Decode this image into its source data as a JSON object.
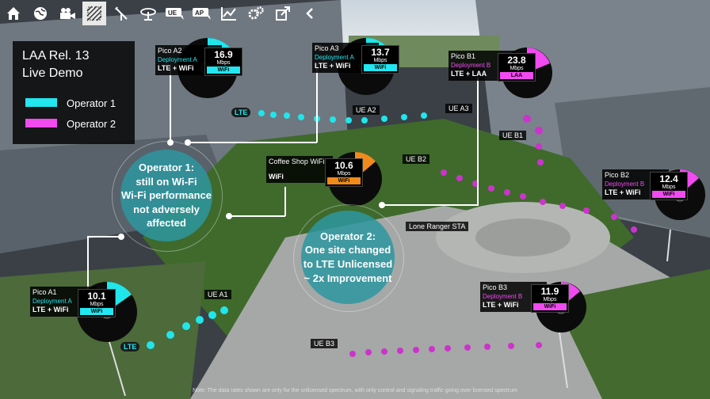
{
  "toolbar": {
    "icons": [
      "home-icon",
      "globe-icon",
      "video-camera-icon",
      "network-grid-icon",
      "antenna-icon",
      "satellite-dish-icon",
      "ue-icon",
      "ap-icon",
      "line-chart-icon",
      "gears-icon",
      "export-icon",
      "collapse-icon"
    ],
    "ue_label": "UE",
    "ap_label": "AP"
  },
  "legend": {
    "title_line1": "LAA Rel. 13",
    "title_line2": "Live Demo",
    "operator1": "Operator 1",
    "operator2": "Operator 2",
    "operator1_color": "#22e6f0",
    "operator2_color": "#f04af0"
  },
  "callouts": {
    "op1": {
      "lines": [
        "Operator 1:",
        "still on Wi-Fi",
        "Wi-Fi performance",
        "not adversely",
        "affected"
      ]
    },
    "op2": {
      "lines": [
        "Operator 2:",
        "One site changed",
        "to LTE Unlicensed",
        "~ 2x Improvement"
      ]
    }
  },
  "picos": [
    {
      "name": "Pico A2",
      "deployment": "Deployment A",
      "tech": "LTE + WiFi",
      "rate": "16.9",
      "unit": "Mbps",
      "band": "WiFi",
      "op": 1
    },
    {
      "name": "Pico A3",
      "deployment": "Deployment A",
      "tech": "LTE + WiFi",
      "rate": "13.7",
      "unit": "Mbps",
      "band": "WiFi",
      "op": 1
    },
    {
      "name": "Pico B1",
      "deployment": "Deployment B",
      "tech": "LTE + LAA",
      "rate": "23.8",
      "unit": "Mbps",
      "band": "LAA",
      "op": 2
    },
    {
      "name": "Pico B2",
      "deployment": "Deployment B",
      "tech": "LTE + WiFi",
      "rate": "12.4",
      "unit": "Mbps",
      "band": "WiFi",
      "op": 2
    },
    {
      "name": "Coffee Shop WiFi",
      "deployment": "",
      "tech": "WiFi",
      "rate": "10.6",
      "unit": "Mbps",
      "band": "WiFi",
      "op": 0
    },
    {
      "name": "Pico A1",
      "deployment": "Deployment A",
      "tech": "LTE + WiFi",
      "rate": "10.1",
      "unit": "Mbps",
      "band": "WiFi",
      "op": 1
    },
    {
      "name": "Pico B3",
      "deployment": "Deployment B",
      "tech": "LTE + WiFi",
      "rate": "11.9",
      "unit": "Mbps",
      "band": "WiFi",
      "op": 2
    }
  ],
  "ues": [
    "UE A2",
    "UE A3",
    "UE B1",
    "UE B2",
    "Lone Ranger STA",
    "UE A1",
    "UE B3"
  ],
  "lte_label": "LTE",
  "note": "Note: The data rates shown are only for the unlicensed spectrum, with only control and signaling traffic going over licensed spectrum"
}
